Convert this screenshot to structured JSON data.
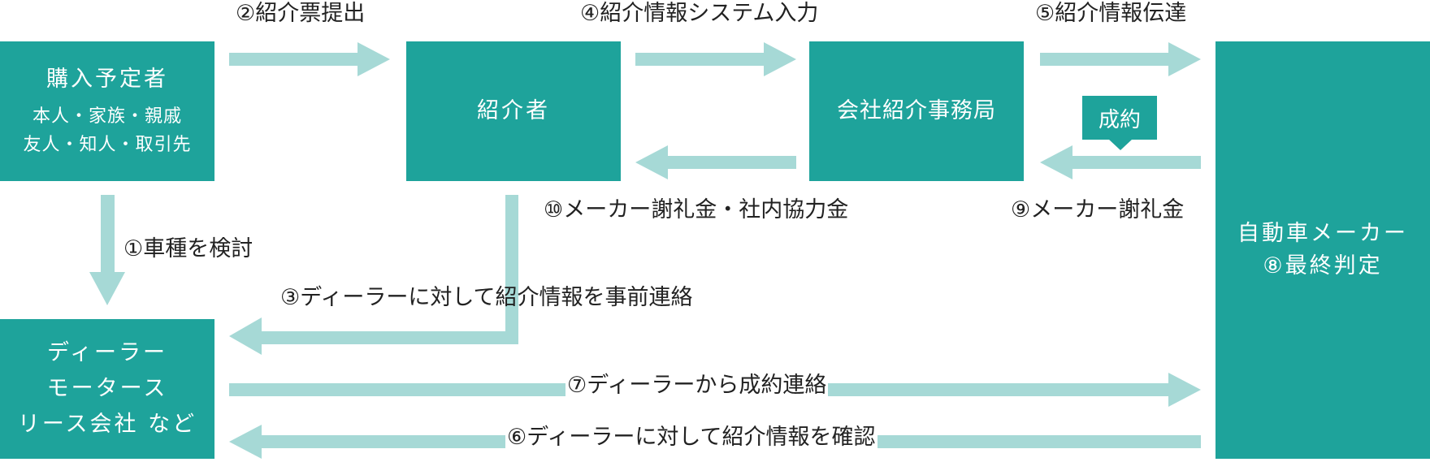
{
  "colors": {
    "box": "#1ea39b",
    "arrow": "#a6d9d6",
    "text": "#222222"
  },
  "boxes": {
    "buyer": {
      "title": "購入予定者",
      "line1": "本人・家族・親戚",
      "line2": "友人・知人・取引先"
    },
    "introducer": {
      "title": "紹介者"
    },
    "office": {
      "title": "会社紹介事務局"
    },
    "maker": {
      "title": "自動車メーカー",
      "line1": "⑧最終判定"
    },
    "dealer": {
      "line1": "ディーラー",
      "line2": "モータース",
      "line3": "リース会社 など"
    }
  },
  "callout": {
    "label": "成約"
  },
  "steps": {
    "s1": "①車種を検討",
    "s2": "②紹介票提出",
    "s3": "③ディーラーに対して紹介情報を事前連絡",
    "s4": "④紹介情報システム入力",
    "s5": "⑤紹介情報伝達",
    "s6": "⑥ディーラーに対して紹介情報を確認",
    "s7": "⑦ディーラーから成約連絡",
    "s9": "⑨メーカー謝礼金",
    "s10": "⑩メーカー謝礼金・社内協力金"
  }
}
